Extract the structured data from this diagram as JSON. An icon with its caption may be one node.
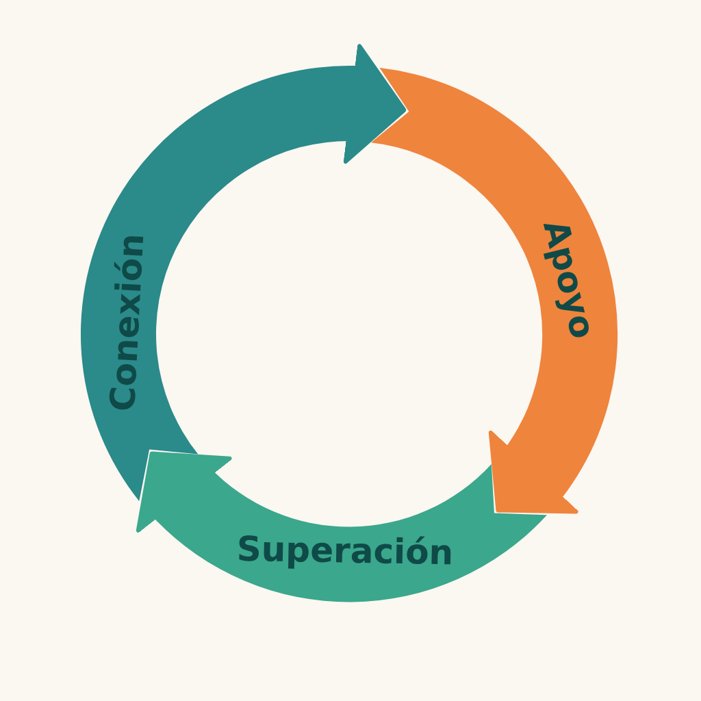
{
  "diagram": {
    "nodes": [
      {
        "text": [
          "Conexión"
        ]
      },
      {
        "text": [
          "Apoyo"
        ]
      },
      {
        "text": [
          "Superación"
        ]
      }
    ],
    "edges": [
      {
        "from": 0,
        "to": 1,
        "arrow": "to",
        "color": "#2b8a8a"
      },
      {
        "from": 1,
        "to": 2,
        "arrow": "to",
        "color": "#ef843d"
      },
      {
        "from": 2,
        "to": 0,
        "arrow": "to",
        "color": "#3ba78c"
      }
    ]
  }
}
